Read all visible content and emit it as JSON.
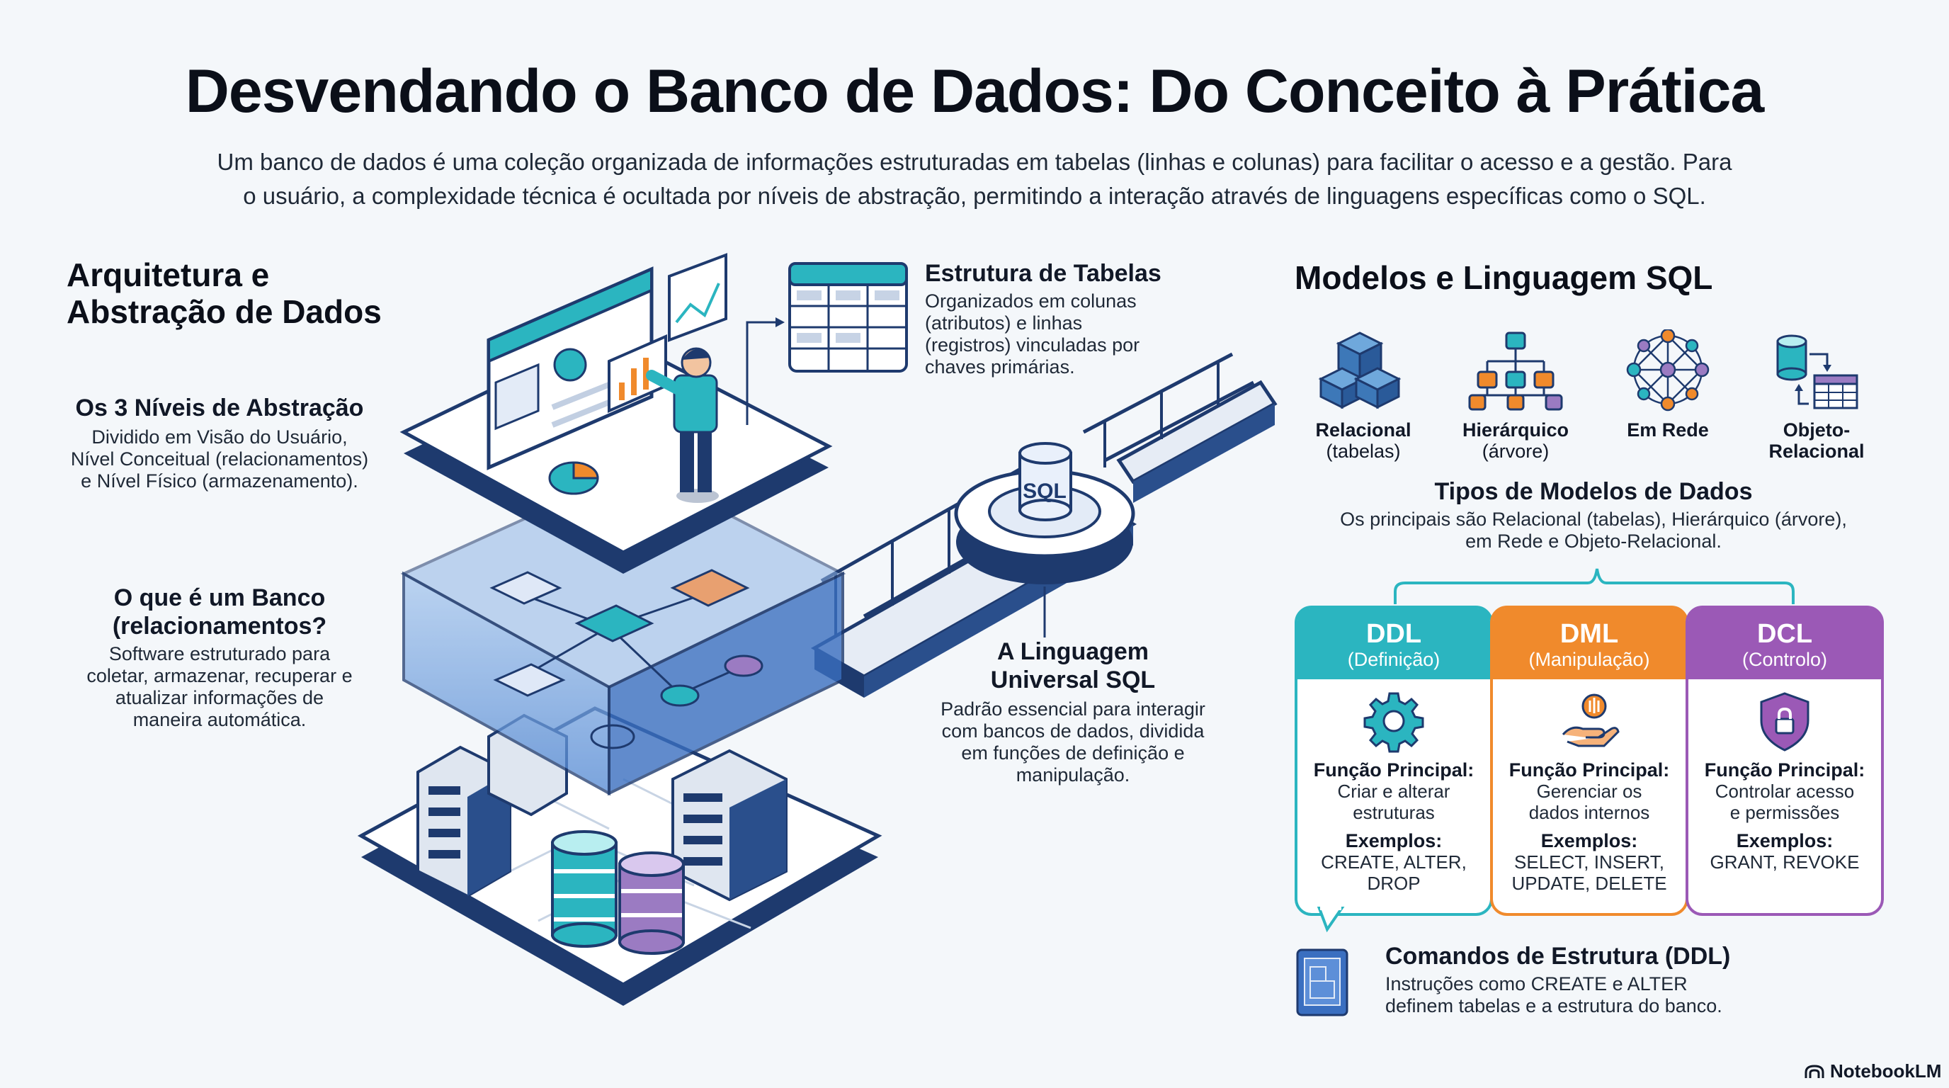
{
  "header": {
    "title": "Desvendando o Banco de Dados: Do Conceito à Prática",
    "intro_line1": "Um banco de dados é uma coleção organizada de informações estruturadas em tabelas (linhas e colunas) para facilitar o acesso e a gestão. Para",
    "intro_line2": "o usuário, a complexidade técnica é ocultada por níveis de abstração, permitindo a interação através de linguagens específicas como o SQL."
  },
  "left": {
    "heading_line1": "Arquitetura e",
    "heading_line2": "Abstração de Dados",
    "levels_title": "Os 3 Níveis de Abstração",
    "levels_text": [
      "Dividido em Visão do Usuário,",
      "Nível Conceitual (relacionamentos)",
      "e Nível Físico (armazenamento)."
    ],
    "what_title": [
      "O que é um Banco",
      "(relacionamentos?"
    ],
    "what_text": [
      "Software estruturado para",
      "coletar, armazenar, recuperar e",
      "atualizar informações de",
      "maneira automática."
    ]
  },
  "middle": {
    "tables_title": "Estrutura de Tabelas",
    "tables_text": [
      "Organizados em colunas",
      "(atributos) e linhas",
      "(registros) vinculadas por",
      "chaves primárias."
    ],
    "sql_badge": "SQL",
    "sql_title": [
      "A Linguagem",
      "Universal SQL"
    ],
    "sql_text": [
      "Padrão essencial para interagir",
      "com bancos de dados, dividida",
      "em funções de definição e",
      "manipulação."
    ]
  },
  "right": {
    "heading": "Modelos e Linguagem SQL",
    "models": [
      {
        "name": "Relacional",
        "sub": "(tabelas)",
        "icon": "cubes-icon"
      },
      {
        "name": "Hierárquico",
        "sub": "(árvore)",
        "icon": "tree-icon"
      },
      {
        "name": "Em Rede",
        "sub": "",
        "icon": "network-icon"
      },
      {
        "name": "Objeto-",
        "sub2": "Relacional",
        "icon": "object-relational-icon"
      }
    ],
    "models_title": "Tipos de Modelos de Dados",
    "models_text": [
      "Os principais são Relacional (tabelas), Hierárquico (árvore),",
      "em Rede e Objeto-Relacional."
    ],
    "cards": [
      {
        "title": "DDL",
        "sub": "(Definição)",
        "fp_label": "Função Principal:",
        "fp": [
          "Criar e alterar",
          "estruturas"
        ],
        "ex_label": "Exemplos:",
        "ex": [
          "CREATE, ALTER,",
          "DROP"
        ],
        "color": "#2bb5c0"
      },
      {
        "title": "DML",
        "sub": "(Manipulação)",
        "fp_label": "Função Principal:",
        "fp": [
          "Gerenciar os",
          "dados internos"
        ],
        "ex_label": "Exemplos:",
        "ex": [
          "SELECT, INSERT,",
          "UPDATE, DELETE"
        ],
        "color": "#f08a2c"
      },
      {
        "title": "DCL",
        "sub": "(Controlo)",
        "fp_label": "Função Principal:",
        "fp": [
          "Controlar acesso",
          "e permissões"
        ],
        "ex_label": "Exemplos:",
        "ex": [
          "GRANT, REVOKE"
        ],
        "color": "#9b59b6"
      }
    ],
    "ddl_title": "Comandos de Estrutura (DDL)",
    "ddl_text": [
      "Instruções como CREATE e ALTER",
      "definem tabelas e a estrutura do banco."
    ]
  },
  "footer": {
    "brand": "NotebookLM"
  }
}
